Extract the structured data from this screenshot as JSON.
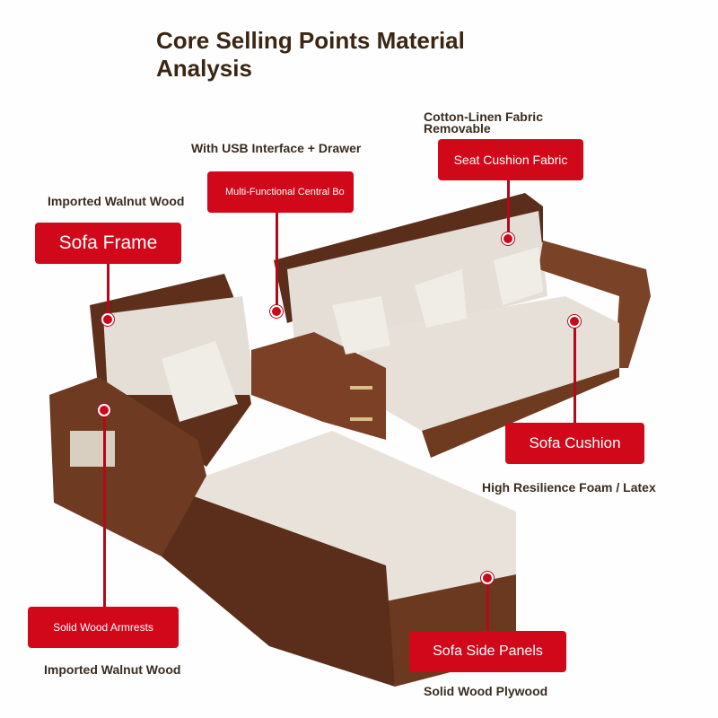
{
  "title": "Core Selling Points Material Analysis",
  "annotations": {
    "usb": {
      "caption": "With USB Interface + Drawer",
      "label": "Multi-Functional Central Bo"
    },
    "seat": {
      "caption": "Cotton-Linen Fabric Removable",
      "label": "Seat Cushion Fabric"
    },
    "frame": {
      "caption": "Imported Walnut Wood",
      "label": "Sofa Frame"
    },
    "cushion": {
      "caption": "High Resilience Foam / Latex",
      "label": "Sofa Cushion"
    },
    "armrests": {
      "caption": "Imported Walnut Wood",
      "label": "Solid Wood Armrests"
    },
    "panels": {
      "caption": "Solid Wood Plywood",
      "label": "Sofa Side Panels"
    }
  },
  "colors": {
    "accent": "#d0081a",
    "wood": "#6b3a22",
    "fabric": "#e6e0d8"
  }
}
